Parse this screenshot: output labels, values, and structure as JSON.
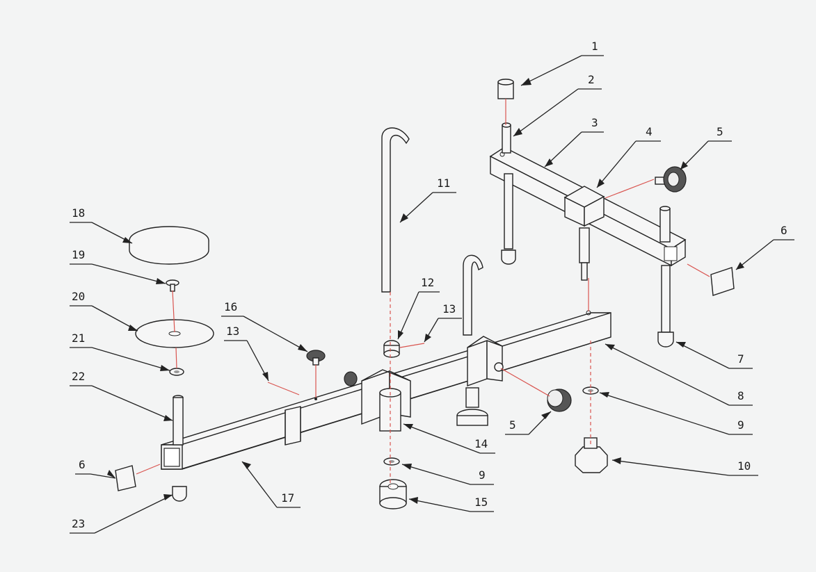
{
  "callouts": [
    {
      "id": "callout-1",
      "label": "1"
    },
    {
      "id": "callout-2",
      "label": "2"
    },
    {
      "id": "callout-3",
      "label": "3"
    },
    {
      "id": "callout-4",
      "label": "4"
    },
    {
      "id": "callout-5a",
      "label": "5"
    },
    {
      "id": "callout-6a",
      "label": "6"
    },
    {
      "id": "callout-7",
      "label": "7"
    },
    {
      "id": "callout-8",
      "label": "8"
    },
    {
      "id": "callout-9a",
      "label": "9"
    },
    {
      "id": "callout-10",
      "label": "10"
    },
    {
      "id": "callout-11",
      "label": "11"
    },
    {
      "id": "callout-12",
      "label": "12"
    },
    {
      "id": "callout-13a",
      "label": "13"
    },
    {
      "id": "callout-13b",
      "label": "13"
    },
    {
      "id": "callout-14",
      "label": "14"
    },
    {
      "id": "callout-15",
      "label": "15"
    },
    {
      "id": "callout-16",
      "label": "16"
    },
    {
      "id": "callout-17",
      "label": "17"
    },
    {
      "id": "callout-18",
      "label": "18"
    },
    {
      "id": "callout-19",
      "label": "19"
    },
    {
      "id": "callout-20",
      "label": "20"
    },
    {
      "id": "callout-21",
      "label": "21"
    },
    {
      "id": "callout-22",
      "label": "22"
    },
    {
      "id": "callout-23",
      "label": "23"
    },
    {
      "id": "callout-5b",
      "label": "5"
    },
    {
      "id": "callout-6b",
      "label": "6"
    },
    {
      "id": "callout-9b",
      "label": "9"
    }
  ],
  "colors": {
    "line": "#222222",
    "axis": "#d9544f",
    "background": "#f3f4f4"
  }
}
